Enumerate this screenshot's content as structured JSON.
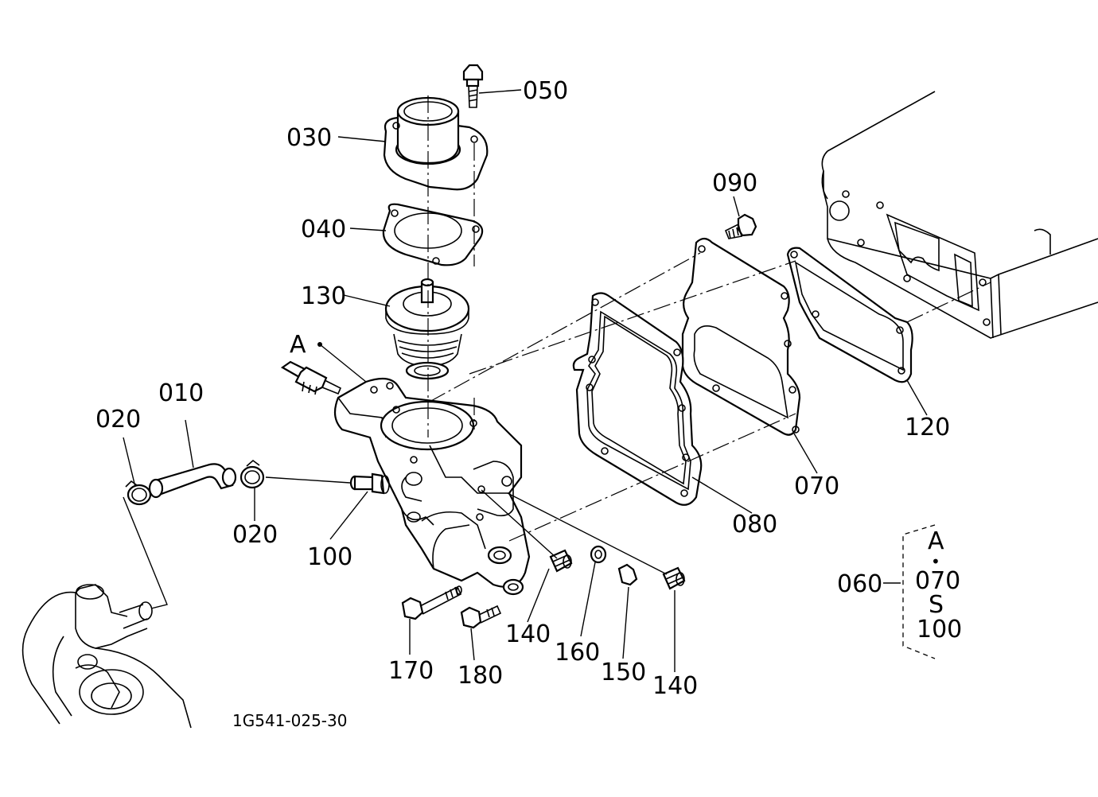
{
  "diagram": {
    "drawing_number": "1G541-025-30",
    "callouts": {
      "c050": "050",
      "c030": "030",
      "c040": "040",
      "c130": "130",
      "c090": "090",
      "c010": "010",
      "c020_top": "020",
      "c020_bottom": "020",
      "c100": "100",
      "c120": "120",
      "c070": "070",
      "c080": "080",
      "c140_left": "140",
      "c140_right": "140",
      "c160": "160",
      "c150": "150",
      "c170": "170",
      "c180": "180",
      "c060": "060",
      "ref_a": "A"
    },
    "kit_legend": {
      "ref": "A",
      "dot": "•",
      "from": "070",
      "range_mark": "S",
      "to": "100"
    }
  }
}
